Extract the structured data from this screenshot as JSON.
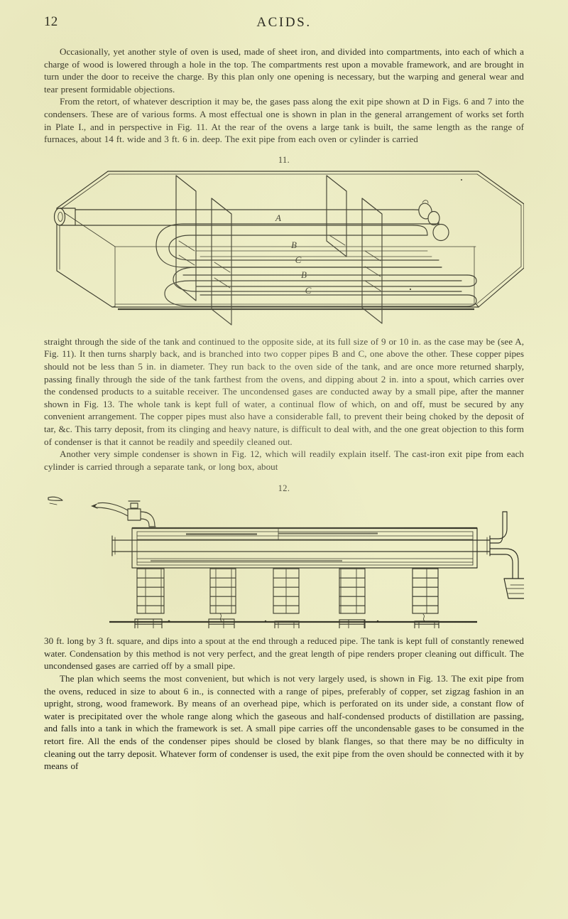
{
  "page": {
    "folio": "12",
    "running_title": "ACIDS.",
    "paper_color": "#eeeec6",
    "ink_color": "#14140c"
  },
  "paragraphs": [
    {
      "id": "p1",
      "indent": true,
      "text": "Occasionally, yet another style of oven is used, made of sheet iron, and divided into compartments, into each of which a charge of wood is lowered through a hole in the top. The compartments rest upon a movable framework, and are brought in turn under the door to receive the charge. By this plan only one opening is necessary, but the warping and general wear and tear present formidable objections."
    },
    {
      "id": "p2",
      "indent": true,
      "text": "From the retort, of whatever description it may be, the gases pass along the exit pipe shown at D in Figs. 6 and 7 into the condensers. These are of various forms. A most effectual one is shown in plan in the general arrangement of works set forth in Plate I., and in perspective in Fig. 11. At the rear of the ovens a large tank is built, the same length as the range of furnaces, about 14 ft. wide and 3 ft. 6 in. deep. The exit pipe from each oven or cylinder is carried"
    },
    {
      "id": "p3",
      "indent": false,
      "text": "straight through the side of the tank and continued to the opposite side, at its full size of 9 or 10 in. as the case may be (see A, Fig. 11). It then turns sharply back, and is branched into two copper pipes B and C, one above the other. These copper pipes should not be less than 5 in. in diameter. They run back to the oven side of the tank, and are once more returned sharply, passing finally through the side of the tank farthest from the ovens, and dipping about 2 in. into a spout, which carries over the condensed products to a suitable receiver. The uncondensed gases are conducted away by a small pipe, after the manner shown in Fig. 13. The whole tank is kept full of water, a continual flow of which, on and off, must be secured by any convenient arrangement. The copper pipes must also have a considerable fall, to prevent their being choked by the deposit of tar, &c. This tarry deposit, from its clinging and heavy nature, is difficult to deal with, and the one great objection to this form of condenser is that it cannot be readily and speedily cleaned out."
    },
    {
      "id": "p4",
      "indent": true,
      "text": "Another very simple condenser is shown in Fig. 12, which will readily explain itself. The cast-iron exit pipe from each cylinder is carried through a separate tank, or long box, about"
    },
    {
      "id": "p5",
      "indent": false,
      "text": "30 ft. long by 3 ft. square, and dips into a spout at the end through a reduced pipe. The tank is kept full of constantly renewed water. Condensation by this method is not very perfect, and the great length of pipe renders proper cleaning out difficult. The uncondensed gases are carried off by a small pipe."
    },
    {
      "id": "p6",
      "indent": true,
      "text": "The plan which seems the most convenient, but which is not very largely used, is shown in Fig. 13. The exit pipe from the ovens, reduced in size to about 6 in., is connected with a range of pipes, preferably of copper, set zigzag fashion in an upright, strong, wood framework. By means of an overhead pipe, which is perforated on its under side, a constant flow of water is precipitated over the whole range along which the gaseous and half-condensed products of distillation are passing, and falls into a tank in which the framework is set. A small pipe carries off the uncondensable gases to be consumed in the retort fire. All the ends of the condenser pipes should be closed by blank flanges, so that there may be no difficulty in cleaning out the tarry deposit. Whatever form of condenser is used, the exit pipe from the oven should be connected with it by means of"
    }
  ],
  "figures": [
    {
      "id": "fig-11",
      "number": "11.",
      "caption_number_only": true,
      "description": "Perspective engraving of a rectangular open-top condenser tank containing a large inlet pipe A entering through the left side, turning back and branching into two pairs of copper pipes B and C running the length of the tank, supported by vertical baffle plates.",
      "labels": [
        {
          "text": "A",
          "role": "main-exit-pipe"
        },
        {
          "text": "B",
          "role": "upper-copper-pipe"
        },
        {
          "text": "C",
          "role": "lower-copper-pipe"
        },
        {
          "text": "B",
          "role": "upper-copper-pipe-return"
        },
        {
          "text": "C",
          "role": "lower-copper-pipe-return"
        }
      ]
    },
    {
      "id": "fig-12",
      "number": "12.",
      "caption_number_only": true,
      "description": "Elevation engraving of a long water box or tank carried on five brick pillars, with a water tap discharging into its upper left end, a cast-iron exit pipe passing through it lengthwise, a small vertical gas pipe at the right, and a reduced pipe dipping into a receiving spout or bucket.",
      "parts": [
        {
          "name": "water-tap",
          "count": 1
        },
        {
          "name": "brick-pillar",
          "count": 5
        },
        {
          "name": "receiver-bucket",
          "count": 1
        },
        {
          "name": "gas-offtake-pipe",
          "count": 1
        }
      ]
    }
  ]
}
